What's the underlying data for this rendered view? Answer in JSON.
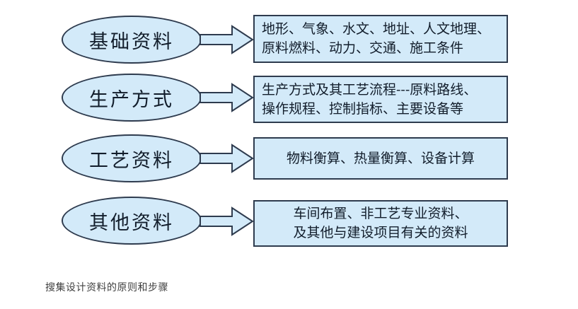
{
  "diagram": {
    "rows": [
      {
        "ellipse": "基础资料",
        "box_lines": [
          "地形、气象、水文、地址、人文地理、",
          "原料燃料、动力、交通、施工条件"
        ]
      },
      {
        "ellipse": "生产方式",
        "box_lines": [
          "生产方式及其工艺流程---原料路线、",
          "操作规程、控制指标、主要设备等"
        ]
      },
      {
        "ellipse": "工艺资料",
        "box_lines": [
          "物料衡算、热量衡算、设备计算"
        ]
      },
      {
        "ellipse": "其他资料",
        "box_lines": [
          "车间布置、非工艺专业资料、",
          "及其他与建设项目有关的资料"
        ]
      }
    ],
    "caption": "搜集设计资料的原则和步骤",
    "colors": {
      "shape_fill": "#d3eaf9",
      "shape_stroke": "#2e3b4e",
      "text": "#121d2b",
      "caption": "#404040",
      "background": "#ffffff"
    }
  }
}
